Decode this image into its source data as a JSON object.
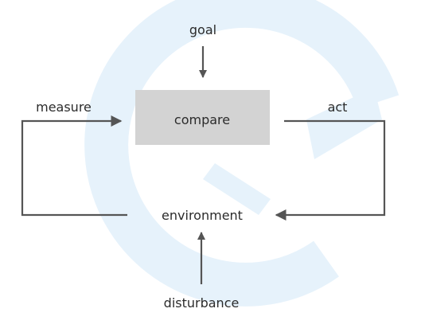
{
  "nodes": {
    "goal": "goal",
    "compare": "compare",
    "environment": "environment",
    "disturbance": "disturbance"
  },
  "edges": {
    "measure": "measure",
    "act": "act"
  },
  "colors": {
    "line": "#555555",
    "box_fill": "#d3d3d3",
    "background_logo": "#e6f2fb",
    "text": "#2b2b2b"
  },
  "background_logo_icon": "feedback-loop-icon"
}
